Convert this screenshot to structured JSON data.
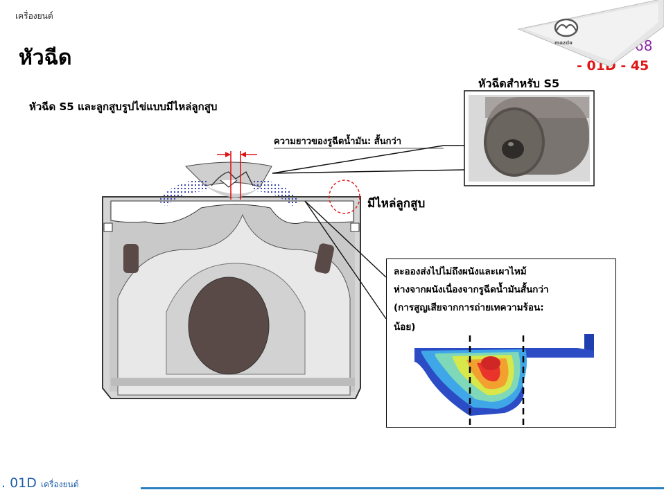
{
  "header": {
    "section_label": "เครื่องยนต์",
    "title": "หัวฉีด",
    "page_number": "68",
    "page_code": "- 01D - 45",
    "brand": "mazda"
  },
  "content": {
    "subtitle": "หัวฉีด S5 และลูกสูบรูปไข่แบบมีไหล่ลูกสูบ",
    "photo_title": "หัวฉีดสำหรับ S5",
    "callout_hole_length": "ความยาวของรูฉีดน้ำมัน: สั้นกว่า",
    "callout_piston_lip": "มีไหล่ลูกสูบ",
    "note_lines": [
      "ละอองส่งไปไม่ถึงผนังและเผาไหม้",
      "ห่างจากผนังเนื่องจากรูฉีดน้ำมันสั้นกว่า",
      "(การสูญเสียจากการถ่ายเทความร้อน:",
      "น้อย)"
    ]
  },
  "footer": {
    "code": ". 01D",
    "label": "เครื่องยนต์"
  },
  "colors": {
    "accent_red": "#e01515",
    "page_number_purple": "#8a2aa6",
    "footer_blue": "#2a7fc0"
  }
}
